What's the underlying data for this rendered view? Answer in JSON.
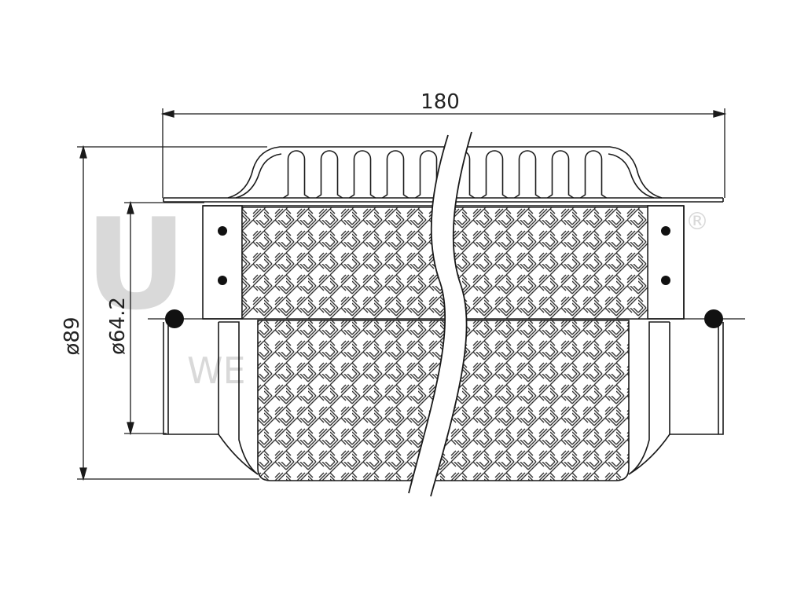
{
  "drawing": {
    "dimensions": {
      "length_label": "180",
      "outer_diameter_label": "ø89",
      "inner_diameter_label": "ø64.2"
    },
    "watermark": {
      "brand_text": "U",
      "sub_text": "WE",
      "registered_mark": "®"
    },
    "colors": {
      "line": "#1a1a1a",
      "watermark": "#d9d9d9",
      "background": "#ffffff"
    }
  }
}
